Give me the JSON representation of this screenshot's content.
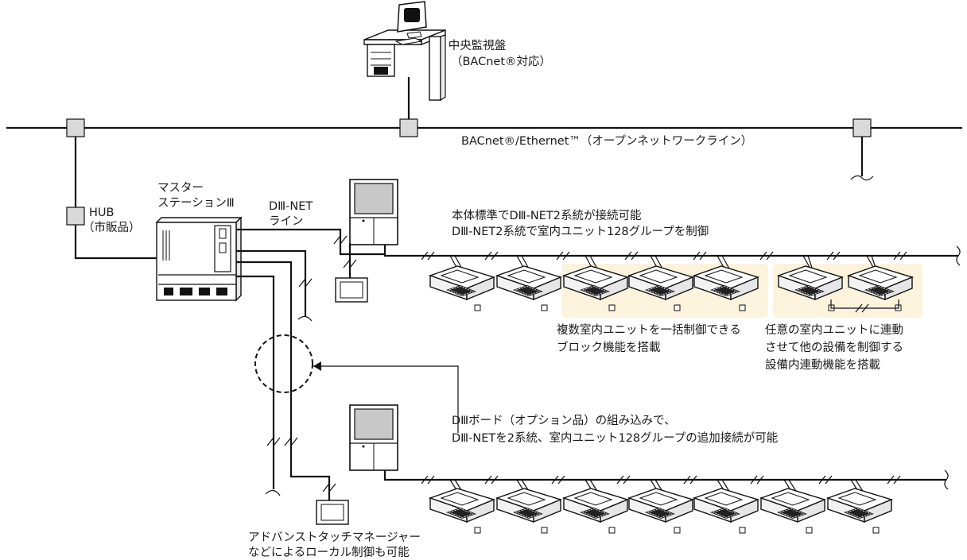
{
  "labels": {
    "central_monitor_1": "中央監視盤",
    "central_monitor_2": "（BACnet®対応）",
    "network_line": "BACnet®/Ethernet™（オープンネットワークライン）",
    "hub_1": "HUB",
    "hub_2": "（市販品）",
    "master_station_1": "マスター",
    "master_station_2": "ステーションⅢ",
    "dnet_1": "DⅢ-NET",
    "dnet_2": "ライン",
    "standard_1": "本体標準でDⅢ-NET2系統が接続可能",
    "standard_2": "DⅢ-NET2系統で室内ユニット128グループを制御",
    "block_1": "複数室内ユニットを一括制御できる",
    "block_2": "ブロック機能を搭載",
    "interlock_1": "任意の室内ユニットに連動",
    "interlock_2": "させて他の設備を制御する",
    "interlock_3": "設備内連動機能を搭載",
    "option_1": "DⅢボード（オプション品）の組み込みで、",
    "option_2": "DⅢ-NETを2系統、室内ユニット128グループの追加接続が可能",
    "touch_1": "アドバンストタッチマネージャー",
    "touch_2": "などによるローカル制御も可能"
  },
  "colors": {
    "highlight": "#fcf3dc",
    "hub_fill": "#d9d9d9",
    "outdoor_top": "#c8c8c8",
    "line": "#111111"
  },
  "icons": {
    "central_monitor": "computer-desk-icon",
    "hub": "hub-icon",
    "master_station": "master-station-icon",
    "outdoor_unit": "outdoor-unit-icon",
    "indoor_unit": "ceiling-cassette-icon",
    "touch_manager": "touch-panel-icon"
  }
}
